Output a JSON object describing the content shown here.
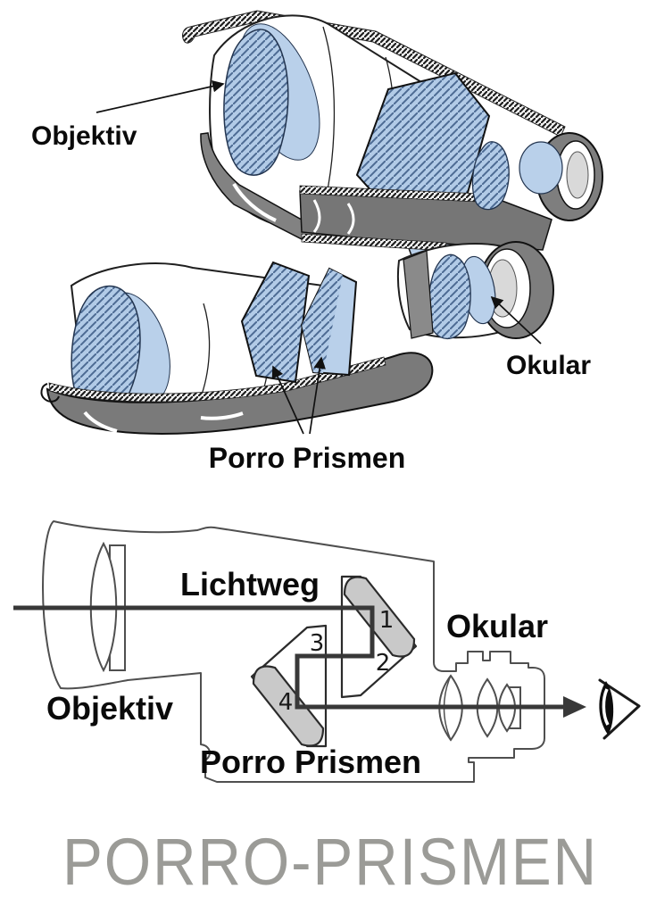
{
  "page": {
    "background": "#ffffff"
  },
  "colors": {
    "body_gray": "#828282",
    "shell_gray": "#767676",
    "lens_blue": "#b9d0ea",
    "hatch_blue_bg": "#b2cbe7",
    "hatch_blue_line": "#4d6b93",
    "prism_gray": "#c9c9c9",
    "outline_black": "#1f1f1f",
    "housing_line": "#4f4f4f",
    "light_path": "#383838",
    "caption_gray": "#9b9b97"
  },
  "cutaway": {
    "labels": {
      "objective": "Objektiv",
      "ocular": "Okular",
      "prisms": "Porro Prismen"
    }
  },
  "schematic": {
    "labels": {
      "light_path": "Lichtweg",
      "ocular": "Okular",
      "objective": "Objektiv",
      "prisms": "Porro Prismen"
    },
    "prism_numbers": [
      "1",
      "2",
      "3",
      "4"
    ]
  },
  "caption": {
    "title": "PORRO-PRISMEN"
  }
}
